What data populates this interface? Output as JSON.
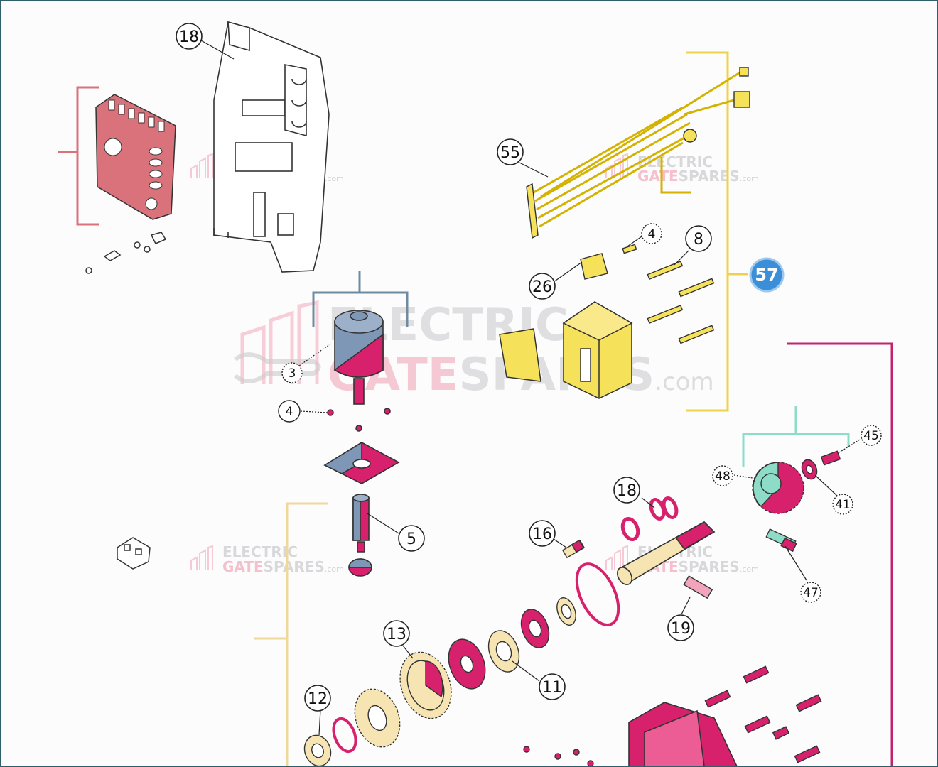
{
  "colors": {
    "pcb_bracket": "#d9727a",
    "yellow_bracket": "#f0d24a",
    "magenta_bracket": "#c3226d",
    "teal_bracket": "#8ddcc8",
    "blue_bracket": "#6e8ba0",
    "tan_bracket": "#f0d79a",
    "part_yellow": "#f6e25a",
    "part_magenta": "#d8216c",
    "part_blue": "#7e97b6",
    "badge": "#3a8fd8"
  },
  "watermark": {
    "line1": "ELECTRIC",
    "line2a": "GATE",
    "line2b": "SPARES",
    "suffix": ".com"
  },
  "badge": {
    "label": "57"
  },
  "callouts": [
    {
      "id": "c18a",
      "label": "18"
    },
    {
      "id": "c55",
      "label": "55"
    },
    {
      "id": "c4a",
      "label": "4"
    },
    {
      "id": "c8",
      "label": "8"
    },
    {
      "id": "c26",
      "label": "26"
    },
    {
      "id": "c3",
      "label": "3"
    },
    {
      "id": "c4b",
      "label": "4"
    },
    {
      "id": "c5",
      "label": "5"
    },
    {
      "id": "c45",
      "label": "45"
    },
    {
      "id": "c48",
      "label": "48"
    },
    {
      "id": "c41",
      "label": "41"
    },
    {
      "id": "c18b",
      "label": "18"
    },
    {
      "id": "c16",
      "label": "16"
    },
    {
      "id": "c47",
      "label": "47"
    },
    {
      "id": "c19",
      "label": "19"
    },
    {
      "id": "c13",
      "label": "13"
    },
    {
      "id": "c11",
      "label": "11"
    },
    {
      "id": "c12",
      "label": "12"
    }
  ]
}
